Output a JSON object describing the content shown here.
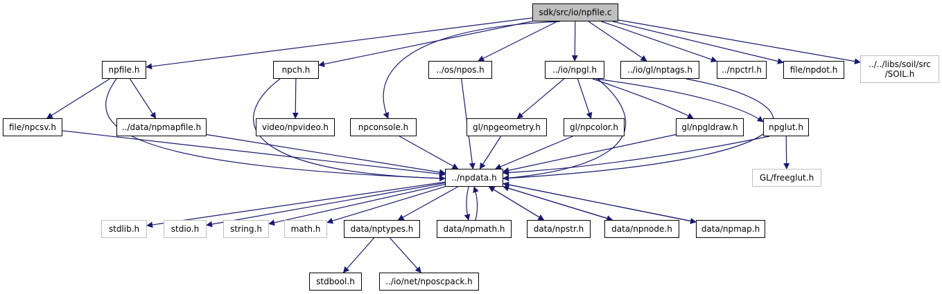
{
  "colors": {
    "edge": "#191970",
    "node_border": "#000000",
    "ext_border": "#bfbfbf",
    "root_fill": "#bfbfbf"
  },
  "nodes": [
    {
      "id": "root",
      "label": "sdk/src/io/npfile.c",
      "kind": "root"
    },
    {
      "id": "npfile_h",
      "label": "npfile.h",
      "kind": "doc"
    },
    {
      "id": "npch_h",
      "label": "npch.h",
      "kind": "doc"
    },
    {
      "id": "npos_h",
      "label": "../os/npos.h",
      "kind": "doc"
    },
    {
      "id": "npgl_h",
      "label": "../io/npgl.h",
      "kind": "doc"
    },
    {
      "id": "nptags_h",
      "label": "../io/gl/nptags.h",
      "kind": "doc"
    },
    {
      "id": "npctrl_h",
      "label": "../npctrl.h",
      "kind": "doc"
    },
    {
      "id": "npdot_h",
      "label": "file/npdot.h",
      "kind": "doc"
    },
    {
      "id": "soil_h",
      "label": "../../libs/soil/src\n/SOIL.h",
      "kind": "ext"
    },
    {
      "id": "npcsv_h",
      "label": "file/npcsv.h",
      "kind": "doc"
    },
    {
      "id": "npmapfile_h",
      "label": "../data/npmapfile.h",
      "kind": "doc"
    },
    {
      "id": "npvideo_h",
      "label": "video/npvideo.h",
      "kind": "doc"
    },
    {
      "id": "npconsole_h",
      "label": "npconsole.h",
      "kind": "doc"
    },
    {
      "id": "npgeometry_h",
      "label": "gl/npgeometry.h",
      "kind": "doc"
    },
    {
      "id": "npcolor_h",
      "label": "gl/npcolor.h",
      "kind": "doc"
    },
    {
      "id": "npgldraw_h",
      "label": "gl/npgldraw.h",
      "kind": "doc"
    },
    {
      "id": "npglut_h",
      "label": "npglut.h",
      "kind": "doc"
    },
    {
      "id": "npdata_h",
      "label": "../npdata.h",
      "kind": "doc"
    },
    {
      "id": "freeglut_h",
      "label": "GL/freeglut.h",
      "kind": "ext"
    },
    {
      "id": "stdlib_h",
      "label": "stdlib.h",
      "kind": "ext"
    },
    {
      "id": "stdio_h",
      "label": "stdio.h",
      "kind": "ext"
    },
    {
      "id": "string_h",
      "label": "string.h",
      "kind": "ext"
    },
    {
      "id": "math_h",
      "label": "math.h",
      "kind": "ext"
    },
    {
      "id": "nptypes_h",
      "label": "data/nptypes.h",
      "kind": "doc"
    },
    {
      "id": "npmath_h",
      "label": "data/npmath.h",
      "kind": "doc"
    },
    {
      "id": "npstr_h",
      "label": "data/npstr.h",
      "kind": "doc"
    },
    {
      "id": "npnode_h",
      "label": "data/npnode.h",
      "kind": "doc"
    },
    {
      "id": "npmap_h",
      "label": "data/npmap.h",
      "kind": "doc"
    },
    {
      "id": "stdbool_h",
      "label": "stdbool.h",
      "kind": "doc"
    },
    {
      "id": "nposcpack_h",
      "label": "../io/net/nposcpack.h",
      "kind": "doc"
    }
  ],
  "edges": [
    [
      "root",
      "npfile_h"
    ],
    [
      "root",
      "npch_h"
    ],
    [
      "root",
      "npconsole_h"
    ],
    [
      "root",
      "npos_h"
    ],
    [
      "root",
      "npgl_h"
    ],
    [
      "root",
      "nptags_h"
    ],
    [
      "root",
      "npctrl_h"
    ],
    [
      "root",
      "npdot_h"
    ],
    [
      "root",
      "soil_h"
    ],
    [
      "npfile_h",
      "npcsv_h"
    ],
    [
      "npfile_h",
      "npmapfile_h"
    ],
    [
      "npfile_h",
      "npdata_h"
    ],
    [
      "npch_h",
      "npvideo_h"
    ],
    [
      "npch_h",
      "npdata_h"
    ],
    [
      "npos_h",
      "npdata_h"
    ],
    [
      "npgl_h",
      "npgeometry_h"
    ],
    [
      "npgl_h",
      "npcolor_h"
    ],
    [
      "npgl_h",
      "npgldraw_h"
    ],
    [
      "npgl_h",
      "npglut_h"
    ],
    [
      "npgl_h",
      "npdata_h"
    ],
    [
      "nptags_h",
      "npdata_h"
    ],
    [
      "npcsv_h",
      "npdata_h"
    ],
    [
      "npmapfile_h",
      "npdata_h"
    ],
    [
      "npconsole_h",
      "npdata_h"
    ],
    [
      "npgeometry_h",
      "npdata_h"
    ],
    [
      "npcolor_h",
      "npdata_h"
    ],
    [
      "npgldraw_h",
      "npdata_h"
    ],
    [
      "npglut_h",
      "npdata_h"
    ],
    [
      "npglut_h",
      "freeglut_h"
    ],
    [
      "npdata_h",
      "stdlib_h"
    ],
    [
      "npdata_h",
      "stdio_h"
    ],
    [
      "npdata_h",
      "string_h"
    ],
    [
      "npdata_h",
      "math_h"
    ],
    [
      "npdata_h",
      "nptypes_h"
    ],
    [
      "npdata_h",
      "npmath_h"
    ],
    [
      "npdata_h",
      "npstr_h"
    ],
    [
      "npdata_h",
      "npnode_h"
    ],
    [
      "npdata_h",
      "npmap_h"
    ],
    [
      "npmath_h",
      "npdata_h"
    ],
    [
      "npstr_h",
      "npdata_h"
    ],
    [
      "npnode_h",
      "npdata_h"
    ],
    [
      "npmap_h",
      "npdata_h"
    ],
    [
      "nptypes_h",
      "stdbool_h"
    ],
    [
      "nptypes_h",
      "nposcpack_h"
    ]
  ]
}
